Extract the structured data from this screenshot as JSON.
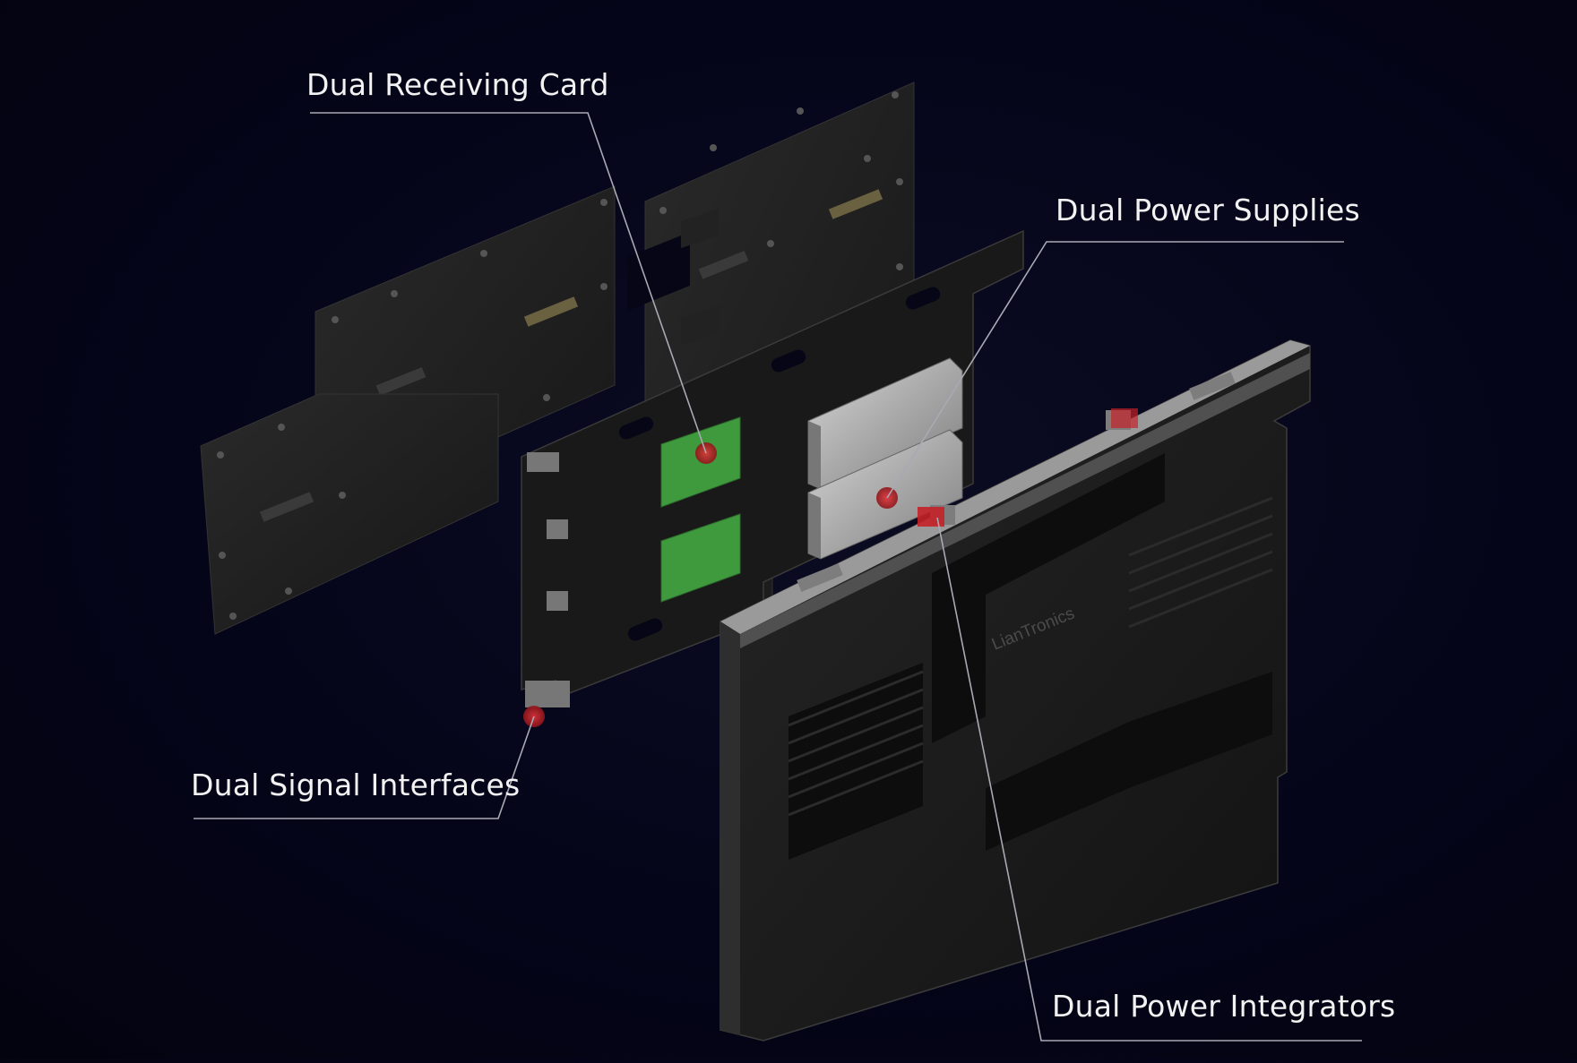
{
  "callouts": {
    "receiving_card": "Dual Receiving Card",
    "power_supplies": "Dual Power Supplies",
    "signal_interfaces": "Dual Signal Interfaces",
    "power_integrators": "Dual Power Integrators"
  },
  "brand": "LianTronics",
  "colors": {
    "background": "#05051a",
    "panel": "#202020",
    "cabinet": "#1c1c1c",
    "pcb_green": "#3f9a3e",
    "marker_red": "#c42228",
    "leader_line": "#a9a9b3",
    "text": "#f2f2f2"
  }
}
